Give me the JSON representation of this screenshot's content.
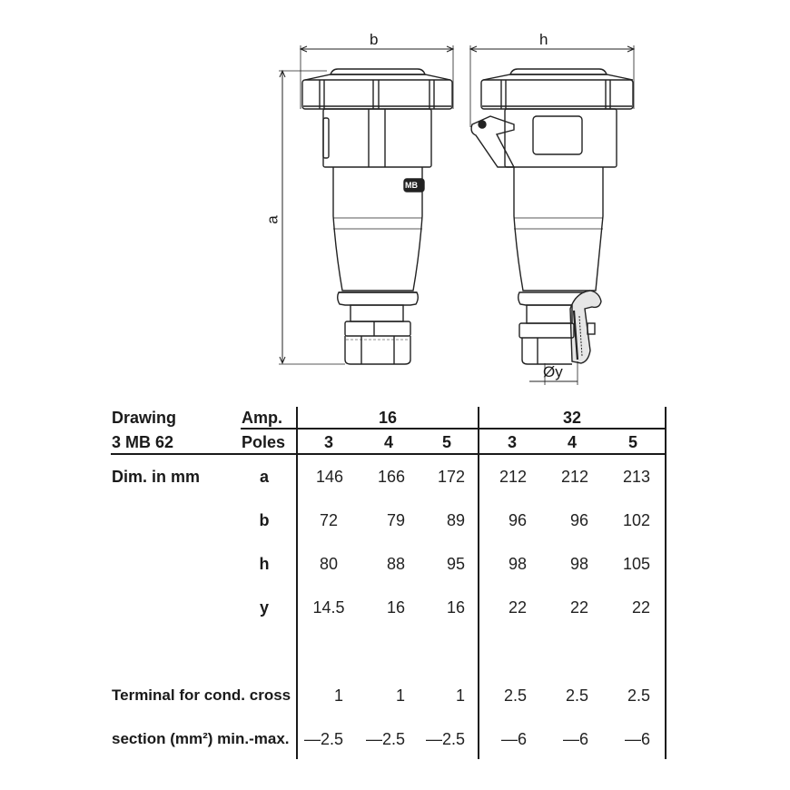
{
  "drawing": {
    "dim_labels": {
      "width": "b",
      "depth": "h",
      "height": "a",
      "cable": "Øy"
    },
    "logo_text": "MB"
  },
  "table": {
    "header": {
      "drawing_label": "Drawing",
      "drawing_code": "3 MB 62",
      "amp_label": "Amp.",
      "poles_label": "Poles",
      "amp_groups": [
        "16",
        "32"
      ],
      "poles": [
        "3",
        "4",
        "5",
        "3",
        "4",
        "5"
      ]
    },
    "section_label": "Dim. in mm",
    "rows": [
      {
        "key": "a",
        "values": [
          "146",
          "166",
          "172",
          "212",
          "212",
          "213"
        ]
      },
      {
        "key": "b",
        "values": [
          "72",
          "79",
          "89",
          "96",
          "96",
          "102"
        ]
      },
      {
        "key": "h",
        "values": [
          "80",
          "88",
          "95",
          "98",
          "98",
          "105"
        ]
      },
      {
        "key": "y",
        "values": [
          "14.5",
          "16",
          "16",
          "22",
          "22",
          "22"
        ]
      }
    ],
    "terminal": {
      "label_line1": "Terminal for cond. cross",
      "label_line2": "section (mm²) min.-max.",
      "min": [
        "1",
        "1",
        "1",
        "2.5",
        "2.5",
        "2.5"
      ],
      "max": [
        "—2.5",
        "—2.5",
        "—2.5",
        "—6",
        "—6",
        "—6"
      ]
    }
  }
}
